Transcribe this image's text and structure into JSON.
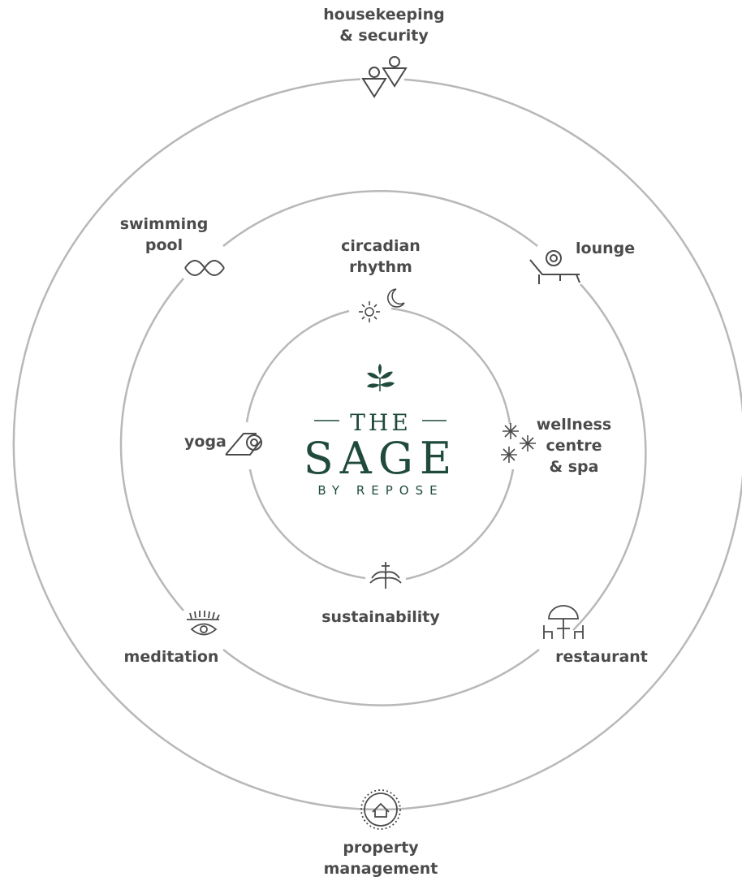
{
  "logo": {
    "the": "THE",
    "sage": "SAGE",
    "by": "BY REPOSE"
  },
  "labels": {
    "housekeeping": [
      "housekeeping",
      "& security"
    ],
    "swimming": [
      "swimming",
      "pool"
    ],
    "lounge": "lounge",
    "circadian": [
      "circadian",
      "rhythm"
    ],
    "yoga": "yoga",
    "wellness": [
      "wellness",
      "centre",
      "& spa"
    ],
    "sustainability": "sustainability",
    "meditation": "meditation",
    "restaurant": "restaurant",
    "property": [
      "property",
      "management"
    ]
  },
  "icons": {
    "housekeeping": "people-triangles-icon",
    "swimming": "waves-icon",
    "lounge": "sun-lounger-icon",
    "circadian": "sun-moon-icon",
    "yoga": "yoga-mat-icon",
    "wellness": "sparkles-icon",
    "sustainability": "plant-icon",
    "meditation": "eye-icon",
    "restaurant": "umbrella-table-icon",
    "property": "house-badge-icon",
    "logo": "leaf-sprig-icon"
  },
  "colors": {
    "ring": "#b8b8b8",
    "icon": "#4b4b4b",
    "label": "#4b4b4b",
    "brand": "#1f4a3c"
  }
}
